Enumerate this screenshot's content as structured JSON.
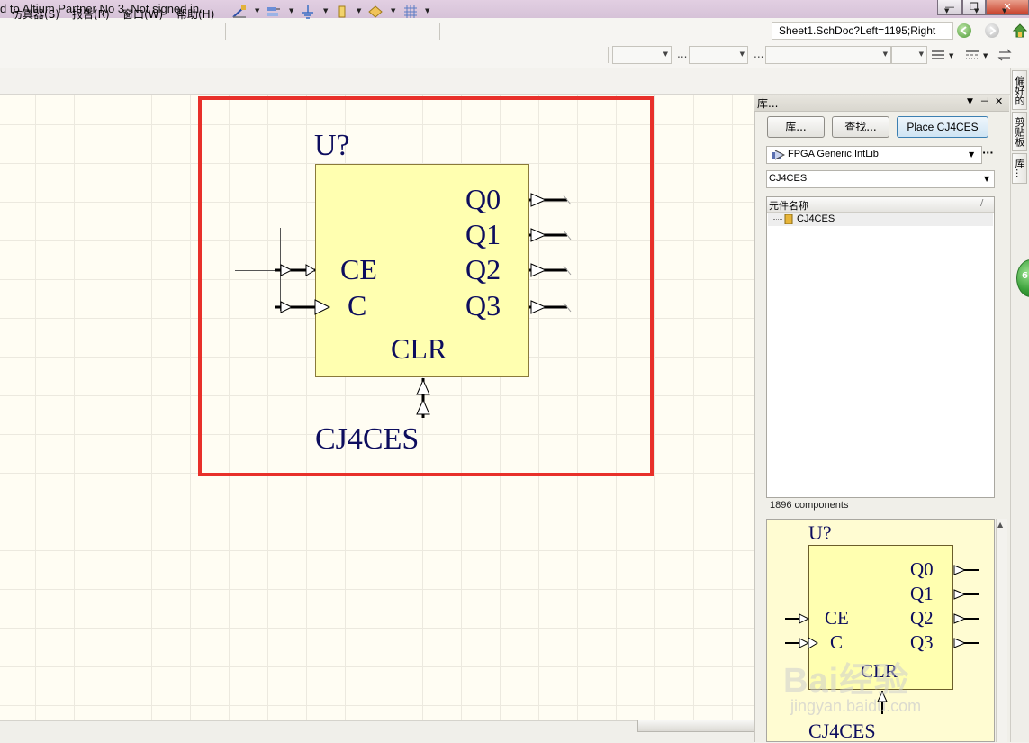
{
  "window": {
    "title": "d to Altium Partner No 3. Not signed in.",
    "buttons": {
      "minimize": "—",
      "maximize": "❐",
      "close": "✕"
    }
  },
  "menu": {
    "items": [
      {
        "label": "仿真器(S)"
      },
      {
        "label": "报告(R)"
      },
      {
        "label": "窗口(W)"
      },
      {
        "label": "帮助(H)"
      }
    ]
  },
  "toolbar": {
    "icons": [
      "wire-tool-icon",
      "bus-tool-icon",
      "power-port-icon",
      "part-tool-icon",
      "sheet-symbol-icon",
      "grid-icon"
    ],
    "path": "Sheet1.SchDoc?Left=1195;Right",
    "nav_back_icon": "back-arrow-icon",
    "nav_forward_icon": "forward-arrow-icon",
    "dots": "..."
  },
  "schematic": {
    "designator": "U?",
    "comment": "CJ4CES",
    "pins_left": [
      "CE",
      "C"
    ],
    "pins_right": [
      "Q0",
      "Q1",
      "Q2",
      "Q3"
    ],
    "pin_bottom": "CLR",
    "body_color": "#ffffb0",
    "text_color": "#0d0d5e",
    "selection_color": "#e8302a"
  },
  "panel": {
    "title": "库...",
    "header_icons": {
      "menu": "▼",
      "pin": "⊣",
      "close": "✕"
    },
    "buttons": {
      "libraries": "库...",
      "search": "查找...",
      "place": "Place CJ4CES"
    },
    "library_name": "FPGA Generic.IntLib",
    "filter_value": "CJ4CES",
    "more_icon": "···",
    "list": {
      "column_header": "元件名称",
      "column_marker": "/",
      "items": [
        {
          "name": "CJ4CES"
        }
      ]
    },
    "component_count": "1896 components",
    "preview": {
      "designator": "U?",
      "comment": "CJ4CES",
      "pins_left": [
        "CE",
        "C"
      ],
      "pins_right": [
        "Q0",
        "Q1",
        "Q2",
        "Q3"
      ],
      "pin_bottom": "CLR"
    },
    "watermark": {
      "text": "Bai经验",
      "sub": "jingyan.baidu.com"
    }
  },
  "side_dock": {
    "tabs": [
      "偏好的",
      "剪贴板",
      "库..."
    ],
    "badge": "6"
  }
}
